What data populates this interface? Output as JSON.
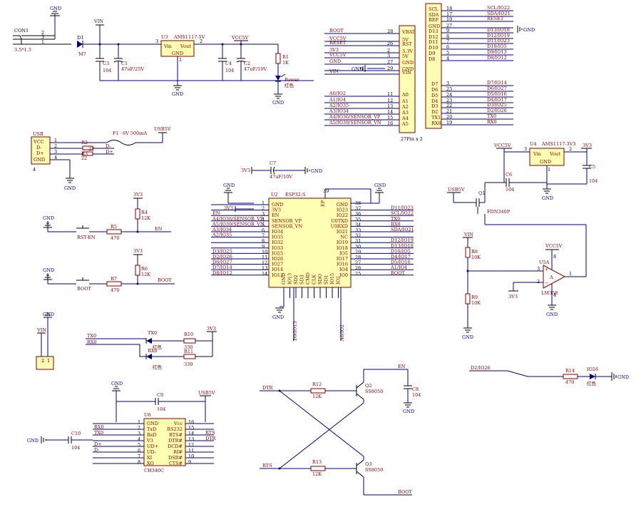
{
  "colors": {
    "wire": "#000080",
    "body": "#800000",
    "fill": "#ffffb3",
    "label": "#800000",
    "net": "#000000"
  },
  "power": {
    "gnd": "GND",
    "vin": "VIN",
    "vcc5v": "VCC5V",
    "v3v3": "3V3",
    "usb5v": "USB5V"
  },
  "con1": {
    "ref": "CON1",
    "value": "3.5*1.3",
    "pins": [
      "2",
      "3",
      "1"
    ]
  },
  "d1": {
    "ref": "D1",
    "value": "M7"
  },
  "c3": {
    "ref": "C3",
    "value": "104"
  },
  "c1": {
    "ref": "C1",
    "value": "47uF/25V"
  },
  "u3": {
    "ref": "U3",
    "value": "AMS1117-5V",
    "vin": "Vin",
    "vout": "Vout",
    "gnd": "GND",
    "pin3": "3",
    "pin2": "2",
    "pin1": "1"
  },
  "c4": {
    "ref": "C4",
    "value": "104"
  },
  "c2": {
    "ref": "C2",
    "value": "47uF/10V"
  },
  "r1": {
    "ref": "R1",
    "value": "1K"
  },
  "led_power": {
    "ref": "Power",
    "color": "红色"
  },
  "header": {
    "ref": "27Pin x 2",
    "left_labels": [
      "VBAT",
      "5V",
      "RST",
      "3.3V",
      "5V",
      "GND",
      "GND",
      "VIN",
      "A0",
      "A1",
      "A2",
      "A3",
      "A4",
      "A5"
    ],
    "left_pins": [
      "28",
      "",
      "26",
      "2",
      "3",
      "27",
      "29",
      "",
      "11",
      "12",
      "13",
      "14",
      "15",
      "16"
    ],
    "left_nets": [
      "BOOT",
      "VCC5V",
      "RESET",
      "3V3",
      "VCC5V",
      "GND",
      "",
      "VIN",
      "A0/IO2",
      "A1/IO4",
      "A2/IO35",
      "A3/IO34",
      "A4/IO36/SENSOR_VP",
      "A5/IO39/SENSOR_VN"
    ],
    "right_labels_top": [
      "SCL",
      "SDA",
      "REF",
      "GND",
      "D13",
      "D12",
      "D11",
      "D10",
      "D9",
      "D8"
    ],
    "right_pins_top": [
      "18",
      "17",
      "10",
      "27",
      "9",
      "8",
      "7",
      "6",
      "5",
      "4"
    ],
    "right_nets_top": [
      "SCL/IO22",
      "SDA/IO21",
      "RESET",
      "GND",
      "D13/IO18",
      "D12/IO19",
      "D11/IO23",
      "D10/IO5",
      "D9/IO13",
      "D8/IO12"
    ],
    "right_labels_bot": [
      "D7",
      "D6",
      "D5",
      "D4",
      "D3",
      "D2",
      "TX1",
      "RX0"
    ],
    "right_pins_bot": [
      "3",
      "25",
      "24",
      "23",
      "22",
      "21",
      "20",
      "19"
    ],
    "right_nets_bot": [
      "D7/IO14",
      "D6/IO27",
      "D5/IO16",
      "D4/IO17",
      "D3/IO25",
      "D2/IO26",
      "TX0",
      "RX0"
    ]
  },
  "usb": {
    "ref": "USB",
    "pins": [
      "VCC",
      "D-",
      "D+",
      "GND"
    ],
    "nums": [
      "1",
      "2",
      "3",
      "4"
    ]
  },
  "r2": {
    "ref": "R2",
    "value": "22"
  },
  "r3": {
    "ref": "R3",
    "value": "22"
  },
  "d_labels": [
    "D-",
    "D+"
  ],
  "f1": {
    "ref": "F1",
    "value": "6V 500mA"
  },
  "c7": {
    "ref": "C7",
    "value": "47uF/10V"
  },
  "esp": {
    "ref": "U2",
    "value": "ESP32-S",
    "ep": "EP",
    "left_labels": [
      "GND",
      "3V3",
      "EN",
      "SENSOR_VP",
      "SENSOR_VN",
      "IO34",
      "IO35",
      "IO32",
      "IO33",
      "IO25",
      "IO26",
      "IO27",
      "IO14",
      "IO12"
    ],
    "left_pins": [
      "1",
      "2",
      "3",
      "4",
      "5",
      "6",
      "7",
      "8",
      "9",
      "10",
      "11",
      "12",
      "13",
      "14"
    ],
    "left_nets": [
      "",
      "3V3",
      "EN",
      "A4/IO36/SENSOR_VP",
      "A5/IO39/SENSOR_VN",
      "A3/IO34",
      "A2/IO35",
      "",
      "",
      "D3/IO25",
      "D2/IO26",
      "D6/IO27",
      "D7/IO14",
      "D8/IO12"
    ],
    "right_labels": [
      "GND",
      "IO23",
      "IO22",
      "U0TXD",
      "U0RXD",
      "IO21",
      "NC",
      "IO19",
      "IO18",
      "IO5",
      "IO17",
      "IO16",
      "IO4",
      "IO0"
    ],
    "right_pins": [
      "38",
      "37",
      "36",
      "35",
      "34",
      "33",
      "32",
      "31",
      "30",
      "29",
      "28",
      "27",
      "26",
      "25"
    ],
    "right_nets": [
      "",
      "D11/IO23",
      "SCL/IO22",
      "TX0",
      "RX0",
      "SDA/IO21",
      "",
      "D12/IO19",
      "D13/IO18",
      "D10/IO5",
      "D4/IO17",
      "D5/IO16",
      "A1/IO4",
      "BOOT"
    ],
    "bottom_labels": [
      "GND",
      "IO13",
      "SD2",
      "SD3",
      "CMD",
      "CLK",
      "SDO",
      "SD1",
      "IO15",
      "IO2"
    ],
    "bottom_nets": [
      "D9/IO13",
      "A0/IO2"
    ],
    "ep_pin": "39"
  },
  "r4": {
    "ref": "R4",
    "value": "12K"
  },
  "r5": {
    "ref": "R5",
    "value": "470"
  },
  "rst_en": {
    "label": "RST-EN"
  },
  "en_net": "EN",
  "r6": {
    "ref": "R6",
    "value": "12K"
  },
  "r7": {
    "ref": "R7",
    "value": "470"
  },
  "boot_sw": {
    "label": "BOOT"
  },
  "boot_net": "BOOT",
  "tx0_led": {
    "ref": "TX0",
    "color": "红色"
  },
  "rx0_led": {
    "ref": "RX0",
    "color": "红色"
  },
  "r10": {
    "ref": "R10",
    "value": "330"
  },
  "r11": {
    "ref": "R11",
    "value": "330"
  },
  "nets_small": {
    "tx0": "TX0",
    "rx0": "RX0"
  },
  "u6": {
    "ref": "U6",
    "value": "CH340C",
    "left_labels": [
      "GND",
      "TxD",
      "RxD",
      "V3",
      "UD+",
      "UD-",
      "XI",
      "XO"
    ],
    "left_pins": [
      "1",
      "2",
      "3",
      "4",
      "5",
      "6",
      "7",
      "8"
    ],
    "right_labels": [
      "Vcc",
      "RS232",
      "RTS#",
      "DTR#",
      "DCD#",
      "RI#",
      "DSR#",
      "CTS#"
    ],
    "right_pins": [
      "16",
      "15",
      "14",
      "13",
      "12",
      "11",
      "10",
      "9"
    ],
    "left_nets": [
      "",
      "RX0",
      "TX0",
      "",
      "D+",
      "D-",
      "",
      ""
    ],
    "right_nets": [
      "",
      "",
      "RTS",
      "DTR",
      "",
      "",
      "",
      ""
    ]
  },
  "c9": {
    "ref": "C9",
    "value": "104"
  },
  "c10": {
    "ref": "C10",
    "value": "104"
  },
  "q_auto": {
    "dtr": "DTR",
    "rts": "RTS",
    "r12": {
      "ref": "R12",
      "value": "12K"
    },
    "r13": {
      "ref": "R13",
      "value": "12K"
    },
    "q2": {
      "ref": "Q2",
      "value": "SS8050"
    },
    "q3": {
      "ref": "Q3",
      "value": "SS8050"
    },
    "c8": {
      "ref": "C8",
      "value": "104"
    },
    "en": "EN",
    "boot": "BOOT"
  },
  "u4": {
    "ref": "U4",
    "value": "AMS1117-3V3",
    "vin": "Vin",
    "vout": "Vout",
    "gnd": "GND",
    "pin3": "3",
    "pin2": "2",
    "pin1": "1"
  },
  "c5": {
    "ref": "C5",
    "value": "104"
  },
  "c6": {
    "ref": "C6",
    "value": "104"
  },
  "q1": {
    "ref": "Q1",
    "value": "FDN340P"
  },
  "r8": {
    "ref": "R8",
    "value": "10K"
  },
  "r9": {
    "ref": "R9",
    "value": "10K"
  },
  "u5": {
    "ref": "U5A",
    "value": "LM358",
    "plus": "3",
    "minus": "2",
    "out": "1",
    "sym": "A",
    "pin8": "8",
    "pin4": "4"
  },
  "r14": {
    "ref": "R14",
    "value": "470"
  },
  "led26": {
    "ref": "IO26",
    "color": "红色"
  },
  "d2_io26": "D2/IO26",
  "jvin": {
    "pins": [
      "2",
      "1"
    ]
  }
}
